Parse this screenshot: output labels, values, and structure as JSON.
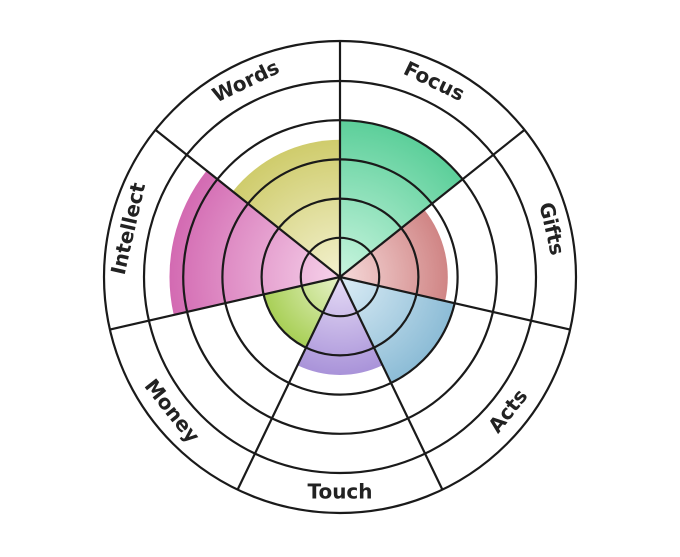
{
  "chart_data": {
    "type": "polar-area",
    "title": "",
    "max_value": 10,
    "ring_levels": [
      2,
      4,
      6,
      8,
      10
    ],
    "start_angle_deg": -90,
    "direction": "clockwise",
    "sectors": [
      {
        "name": "Focus",
        "value": 8,
        "color": "#5ccf9a",
        "center_color": "#c9f5df"
      },
      {
        "name": "Gifts",
        "value": 5.5,
        "color": "#d08585",
        "center_color": "#f6dada"
      },
      {
        "name": "Acts",
        "value": 6,
        "color": "#8cbcd6",
        "center_color": "#dcedf6"
      },
      {
        "name": "Touch",
        "value": 5,
        "color": "#a993d9",
        "center_color": "#e6dcf6"
      },
      {
        "name": "Money",
        "value": 4,
        "color": "#a8cf56",
        "center_color": "#e7f3c8"
      },
      {
        "name": "Intellect",
        "value": 8.7,
        "color": "#d36ab2",
        "center_color": "#f6d2ea"
      },
      {
        "name": "Words",
        "value": 7,
        "color": "#cfcc6c",
        "center_color": "#f3f1cf"
      }
    ]
  }
}
